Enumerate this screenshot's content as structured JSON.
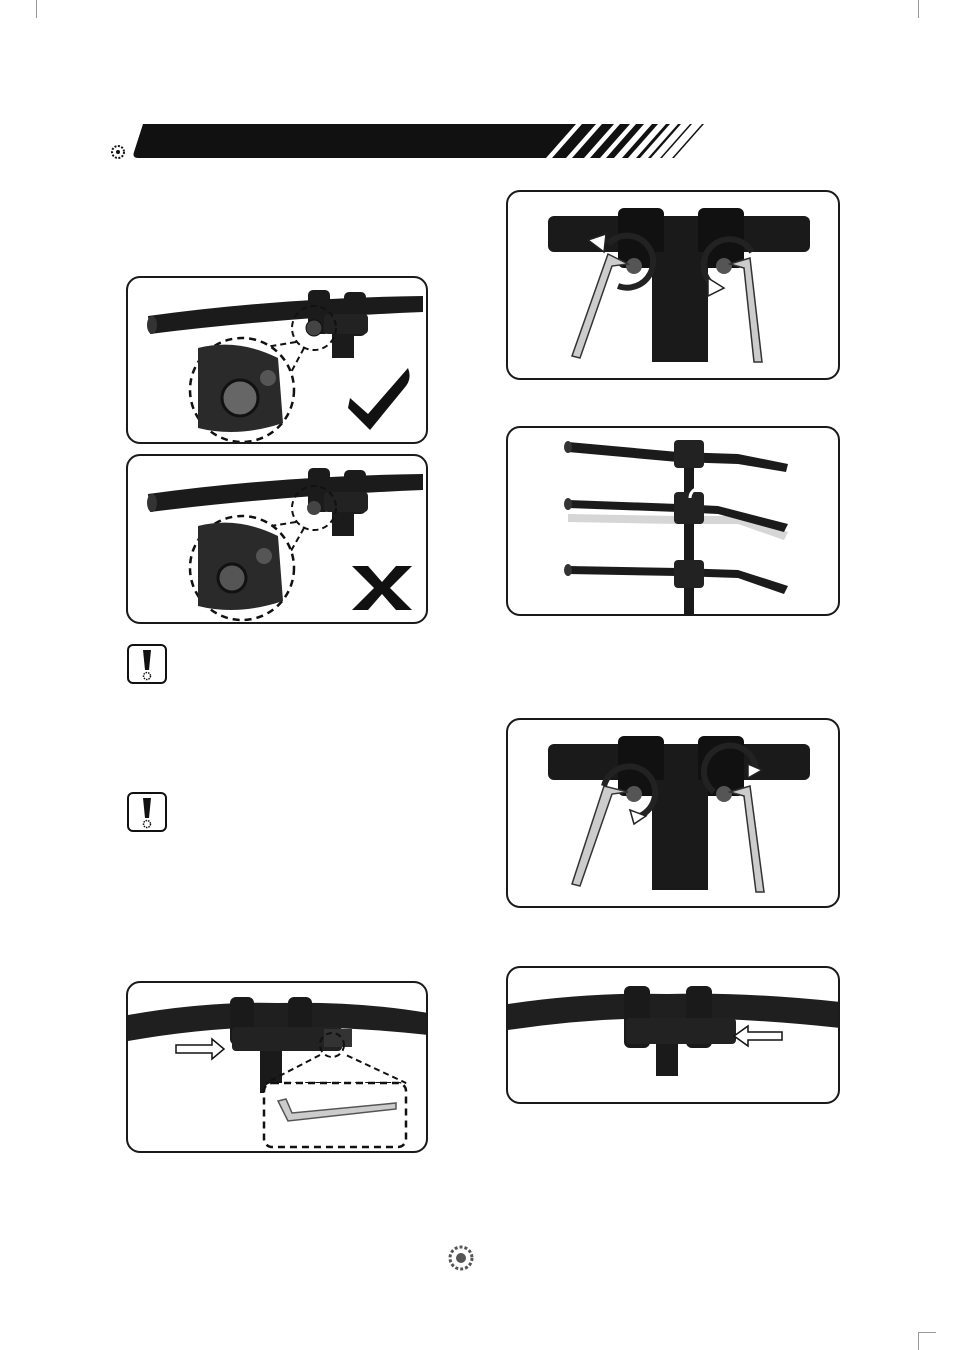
{
  "header": {
    "bar_color": "#111111",
    "logo_icon": "gear-logo-icon"
  },
  "page": {
    "footer_icon": "gear-logo-icon"
  },
  "left_column": {
    "panels": [
      {
        "name": "correct-fit",
        "icon": "checkmark-icon"
      },
      {
        "name": "incorrect-fit",
        "icon": "cross-icon"
      },
      {
        "name": "hex-key-insert",
        "icon": "hex-key-icon"
      }
    ],
    "warnings": [
      {
        "icon": "exclamation-icon"
      },
      {
        "icon": "exclamation-icon"
      }
    ]
  },
  "right_column": {
    "panels": [
      {
        "name": "loosen-bolts",
        "icon": "rotate-arrow-icon"
      },
      {
        "name": "adjust-angle",
        "icon": "handlebar-angle-icon"
      },
      {
        "name": "tighten-bolts",
        "icon": "rotate-arrow-icon"
      },
      {
        "name": "slide-clamp",
        "icon": "arrow-left-icon"
      }
    ]
  }
}
